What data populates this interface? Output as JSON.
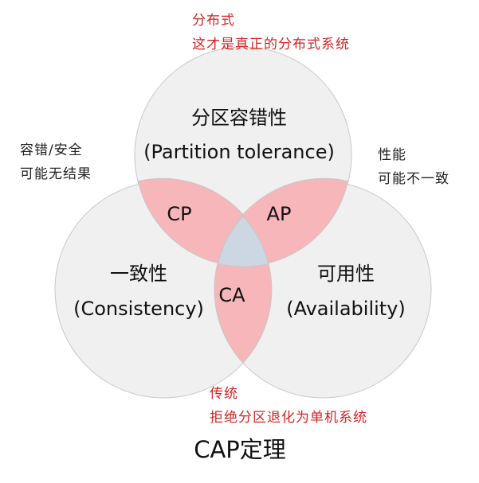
{
  "sets": {
    "p": {
      "name": "分区容错性",
      "english": "(Partition tolerance)"
    },
    "c": {
      "name": "一致性",
      "english": "(Consistency)"
    },
    "a": {
      "name": "可用性",
      "english": "(Availability)"
    }
  },
  "overlaps": {
    "cp": "CP",
    "ap": "AP",
    "ca": "CA"
  },
  "notes": {
    "top_line1": "分布式",
    "top_line2": "这才是真正的分布式系统",
    "left_line1": "容错/安全",
    "left_line2": "可能无结果",
    "right_line1": "性能",
    "right_line2": "可能不一致",
    "bottom_line1": "传统",
    "bottom_line2": "拒绝分区退化为单机系统"
  },
  "title": "CAP定理",
  "colors": {
    "circle_fill": "#f0f0f0",
    "overlap_fill": "#f7b6ba",
    "center_fill": "#cdd6e3",
    "note_red": "#d12424"
  }
}
